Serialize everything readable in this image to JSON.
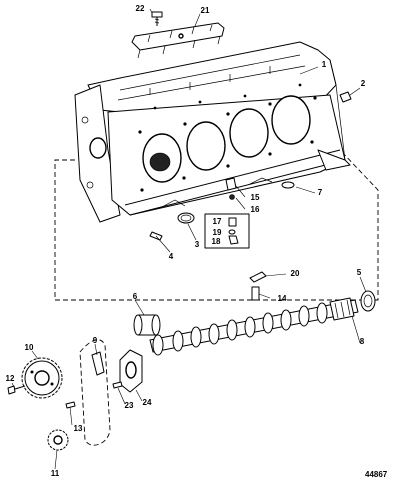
{
  "figure_number": "44867",
  "callouts": [
    {
      "id": "c1",
      "text": "1"
    },
    {
      "id": "c2",
      "text": "2"
    },
    {
      "id": "c3",
      "text": "3"
    },
    {
      "id": "c4",
      "text": "4"
    },
    {
      "id": "c5",
      "text": "5"
    },
    {
      "id": "c6",
      "text": "6"
    },
    {
      "id": "c7",
      "text": "7"
    },
    {
      "id": "c8",
      "text": "8"
    },
    {
      "id": "c9",
      "text": "9"
    },
    {
      "id": "c10",
      "text": "10"
    },
    {
      "id": "c11",
      "text": "11"
    },
    {
      "id": "c12",
      "text": "12"
    },
    {
      "id": "c13",
      "text": "13"
    },
    {
      "id": "c14",
      "text": "14"
    },
    {
      "id": "c15",
      "text": "15"
    },
    {
      "id": "c16",
      "text": "16"
    },
    {
      "id": "c17",
      "text": "17"
    },
    {
      "id": "c18",
      "text": "18"
    },
    {
      "id": "c19",
      "text": "19"
    },
    {
      "id": "c20",
      "text": "20"
    },
    {
      "id": "c21",
      "text": "21"
    },
    {
      "id": "c22",
      "text": "22"
    },
    {
      "id": "c23",
      "text": "23"
    },
    {
      "id": "c24",
      "text": "24"
    }
  ]
}
